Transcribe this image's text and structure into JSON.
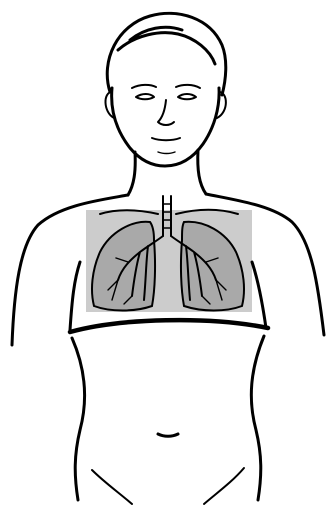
{
  "figure": {
    "subject": "human-torso-with-lungs",
    "colors": {
      "background": "#ffffff",
      "ink": "#000000",
      "highlight": "#cccccc",
      "lung_fill": "#a9a9a9"
    },
    "elements": {
      "lungs": "lungs-illustration",
      "highlight": "chest-highlight-region",
      "diaphragm": "diaphragm-line"
    }
  }
}
